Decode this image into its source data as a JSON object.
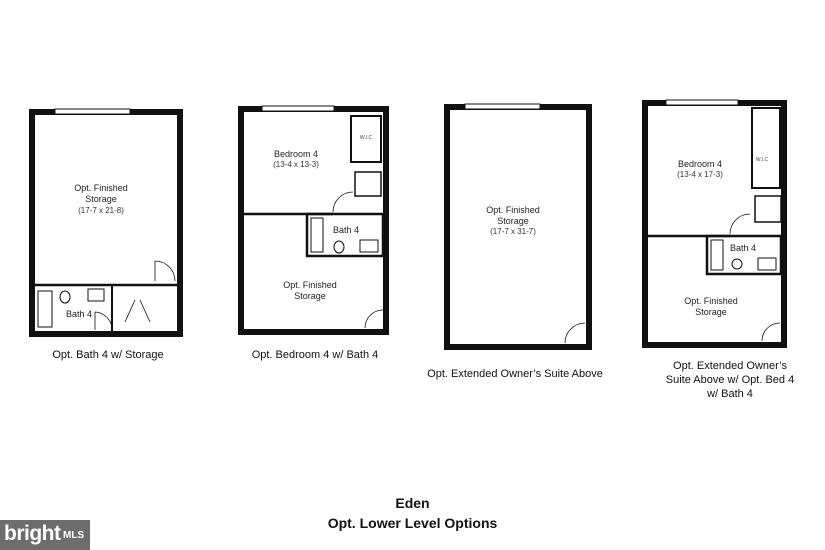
{
  "plans": [
    {
      "caption": "Opt. Bath 4 w/ Storage",
      "rooms": [
        {
          "name": "Opt. Finished",
          "name2": "Storage",
          "dims": "(17-7 x 21-8)"
        },
        {
          "name": "Bath 4"
        }
      ]
    },
    {
      "caption": "Opt. Bedroom 4 w/ Bath 4",
      "rooms": [
        {
          "name": "Bedroom 4",
          "dims": "(13-4 x 13-3)"
        },
        {
          "name": "W.I.C"
        },
        {
          "name": "Bath 4"
        },
        {
          "name": "Opt. Finished",
          "name2": "Storage"
        }
      ]
    },
    {
      "caption": "Opt. Extended Owner’s Suite Above",
      "rooms": [
        {
          "name": "Opt. Finished",
          "name2": "Storage",
          "dims": "(17-7 x 31-7)"
        }
      ]
    },
    {
      "caption_lines": [
        "Opt. Extended Owner’s",
        "Suite Above w/ Opt. Bed 4",
        "w/ Bath 4"
      ],
      "rooms": [
        {
          "name": "Bedroom 4",
          "dims": "(13-4 x 17-3)"
        },
        {
          "name": "W.I.C"
        },
        {
          "name": "Bath 4"
        },
        {
          "name": "Opt. Finished",
          "name2": "Storage"
        }
      ]
    }
  ],
  "footer": {
    "title": "Eden",
    "subtitle": "Opt. Lower Level Options"
  },
  "watermark": {
    "brand": "bright",
    "suffix": "MLS"
  }
}
